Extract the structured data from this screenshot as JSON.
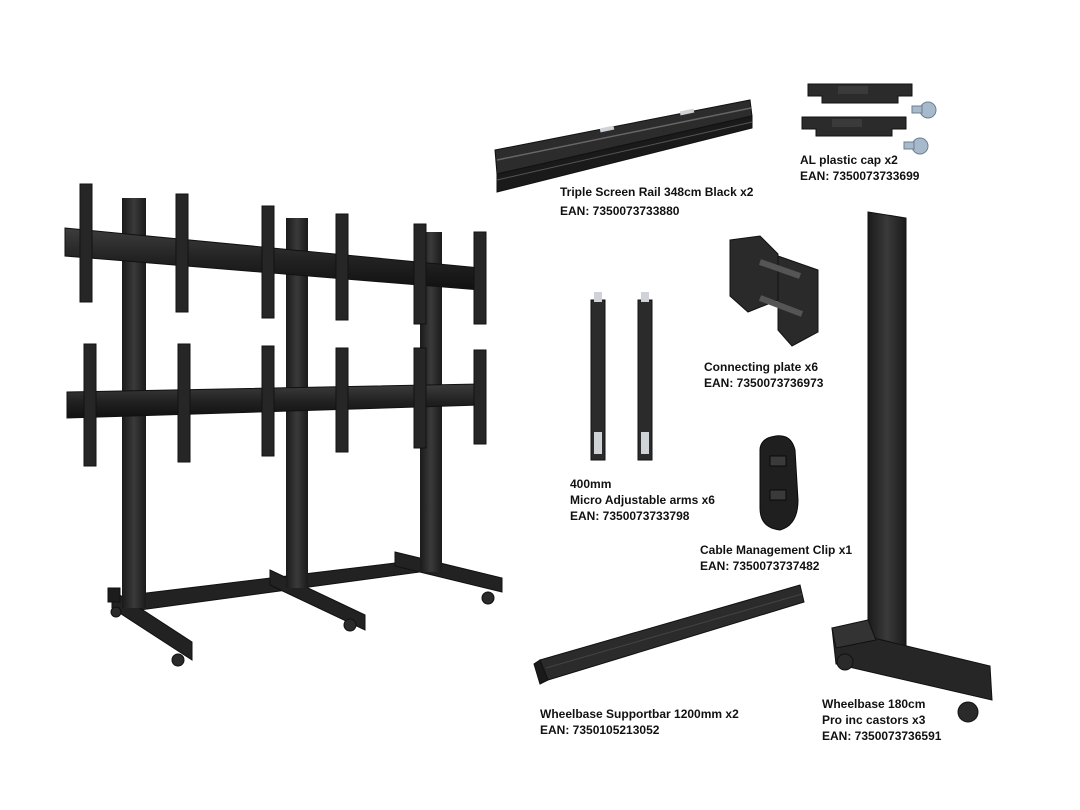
{
  "colors": {
    "metal": "#2b2b2b",
    "metal_dark": "#151515",
    "metal_light": "#4a4a4a",
    "silver": "#cfd3d8",
    "screw": "#9fb4c8",
    "text": "#111111"
  },
  "parts": {
    "rail": {
      "name": "Triple Screen Rail 348cm Black x2",
      "ean": "EAN: 7350073733880"
    },
    "cap": {
      "name": "AL plastic cap x2",
      "ean": "EAN: 7350073733699"
    },
    "plate": {
      "name": "Connecting plate x6",
      "ean": "EAN: 7350073736973"
    },
    "arms": {
      "size": "400mm",
      "name": "Micro Adjustable arms x6",
      "ean": "EAN: 7350073733798"
    },
    "clip": {
      "name": "Cable Management Clip x1",
      "ean": "EAN: 7350073737482"
    },
    "supportbar": {
      "name": "Wheelbase Supportbar 1200mm x2",
      "ean": "EAN: 7350105213052"
    },
    "wheelbase": {
      "name": "Wheelbase 180cm",
      "name2": "Pro inc castors x3",
      "ean": "EAN: 7350073736591"
    }
  }
}
